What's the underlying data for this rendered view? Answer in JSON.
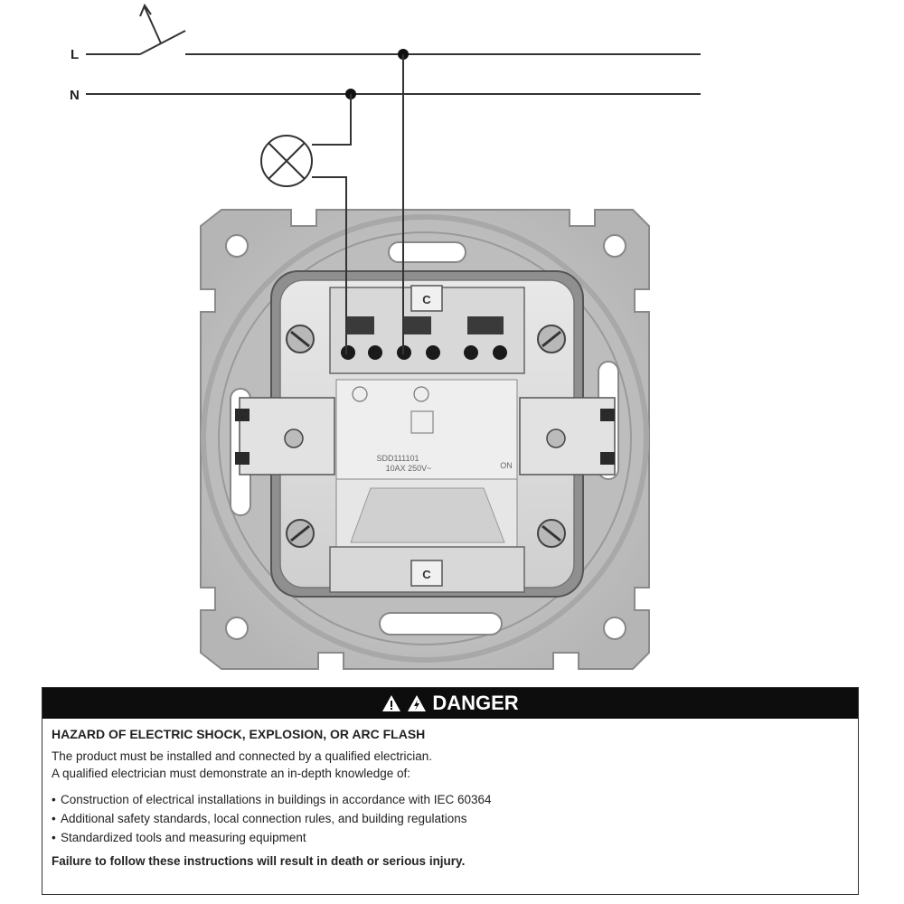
{
  "diagram": {
    "wire_labels": {
      "live": "L",
      "neutral": "N"
    },
    "terminal_labels": {
      "top": "C",
      "bottom": "C"
    },
    "device_text": {
      "rating": "10AX 250V~",
      "position": "ON",
      "model": "SDD111101"
    }
  },
  "danger": {
    "header": "DANGER",
    "hazard_title": "HAZARD OF ELECTRIC SHOCK, EXPLOSION, OR ARC FLASH",
    "intro_lines": [
      "The product must be installed and connected by a qualified electrician.",
      "A qualified electrician must demonstrate an in-depth knowledge of:"
    ],
    "requirements": [
      "Construction of electrical installations in buildings in accordance with IEC 60364",
      "Additional safety standards, local connection rules, and building regulations",
      "Standardized tools and measuring equipment"
    ],
    "warning": "Failure to follow these instructions will result in death or serious injury."
  },
  "colors": {
    "header_bg": "#0d0d0d",
    "wire": "#333333",
    "plate": "#c4c4c4",
    "mechanism": "#dcdcdc"
  }
}
